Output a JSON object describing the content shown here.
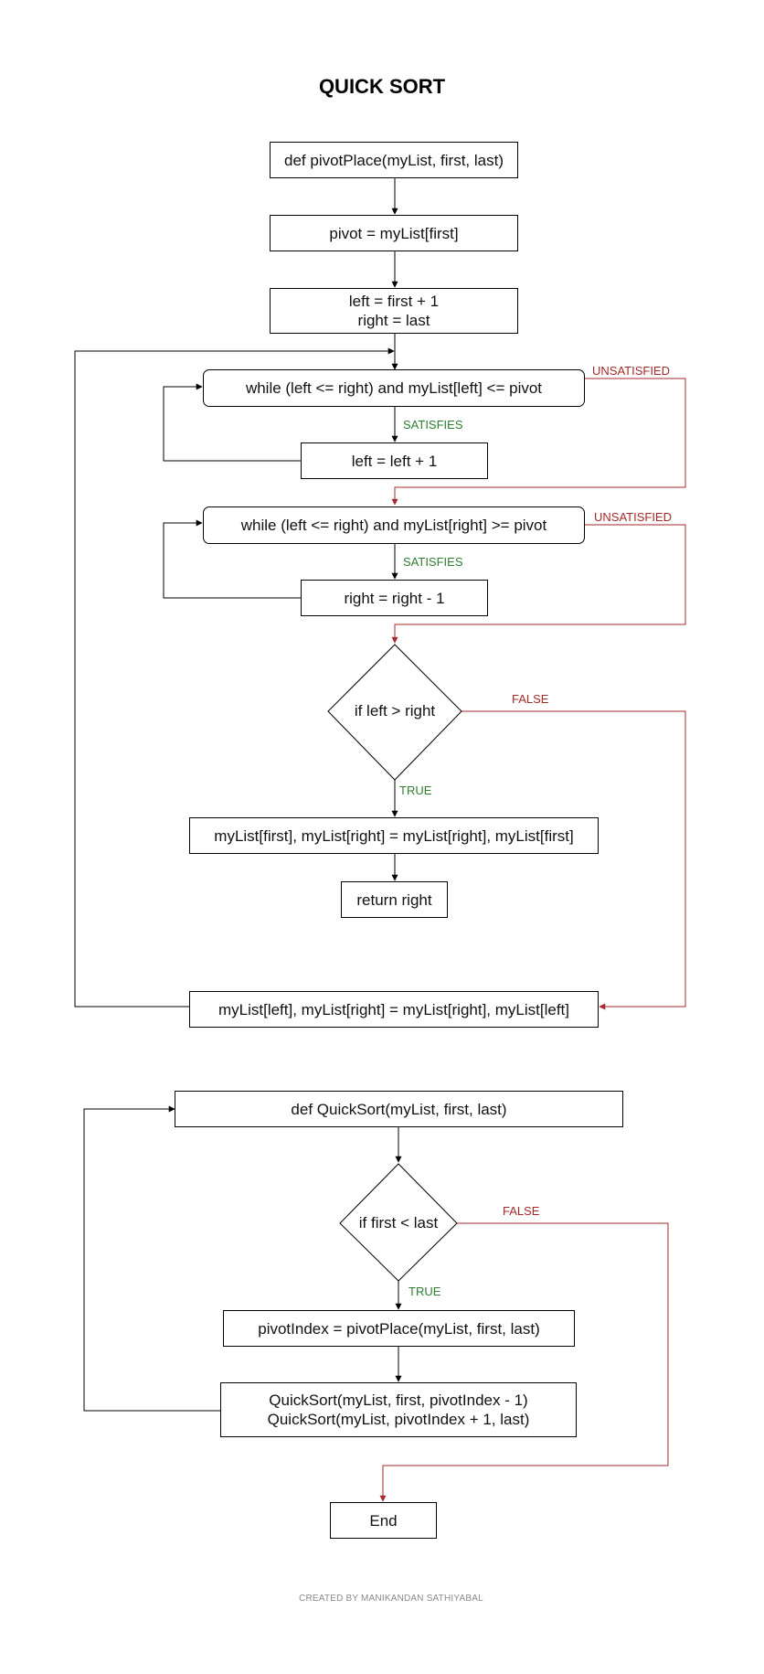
{
  "title": "QUICK SORT",
  "colors": {
    "line": "#000000",
    "false_line": "#a52a2a",
    "true_label": "#2e7d32",
    "false_label": "#a52a2a",
    "credit": "#8a8a8a"
  },
  "pivot_place": {
    "def": "def pivotPlace(myList, first, last)",
    "pivot_assign": "pivot = myList[first]",
    "left_right_init": "left = first + 1\nright = last",
    "while_left": "while (left <= right) and myList[left] <= pivot",
    "left_inc": "left = left + 1",
    "while_right": "while (left <= right) and myList[right] >= pivot",
    "right_dec": "right = right -  1",
    "if_cond": "if left > right",
    "swap_first_right": "myList[first], myList[right] = myList[right], myList[first]",
    "return_right": "return right",
    "swap_left_right": "myList[left], myList[right] = myList[right], myList[left]"
  },
  "quick_sort": {
    "def": "def QuickSort(myList, first, last)",
    "if_cond": "if first < last",
    "pivot_index": "pivotIndex = pivotPlace(myList, first, last)",
    "recursive_calls": "QuickSort(myList, first, pivotIndex - 1)\nQuickSort(myList, pivotIndex + 1, last)",
    "end": "End"
  },
  "labels": {
    "satisfies": "SATISFIES",
    "unsatisfied": "UNSATISFIED",
    "true": "TRUE",
    "false": "FALSE"
  },
  "credit": "CREATED BY MANIKANDAN SATHIYABAL"
}
